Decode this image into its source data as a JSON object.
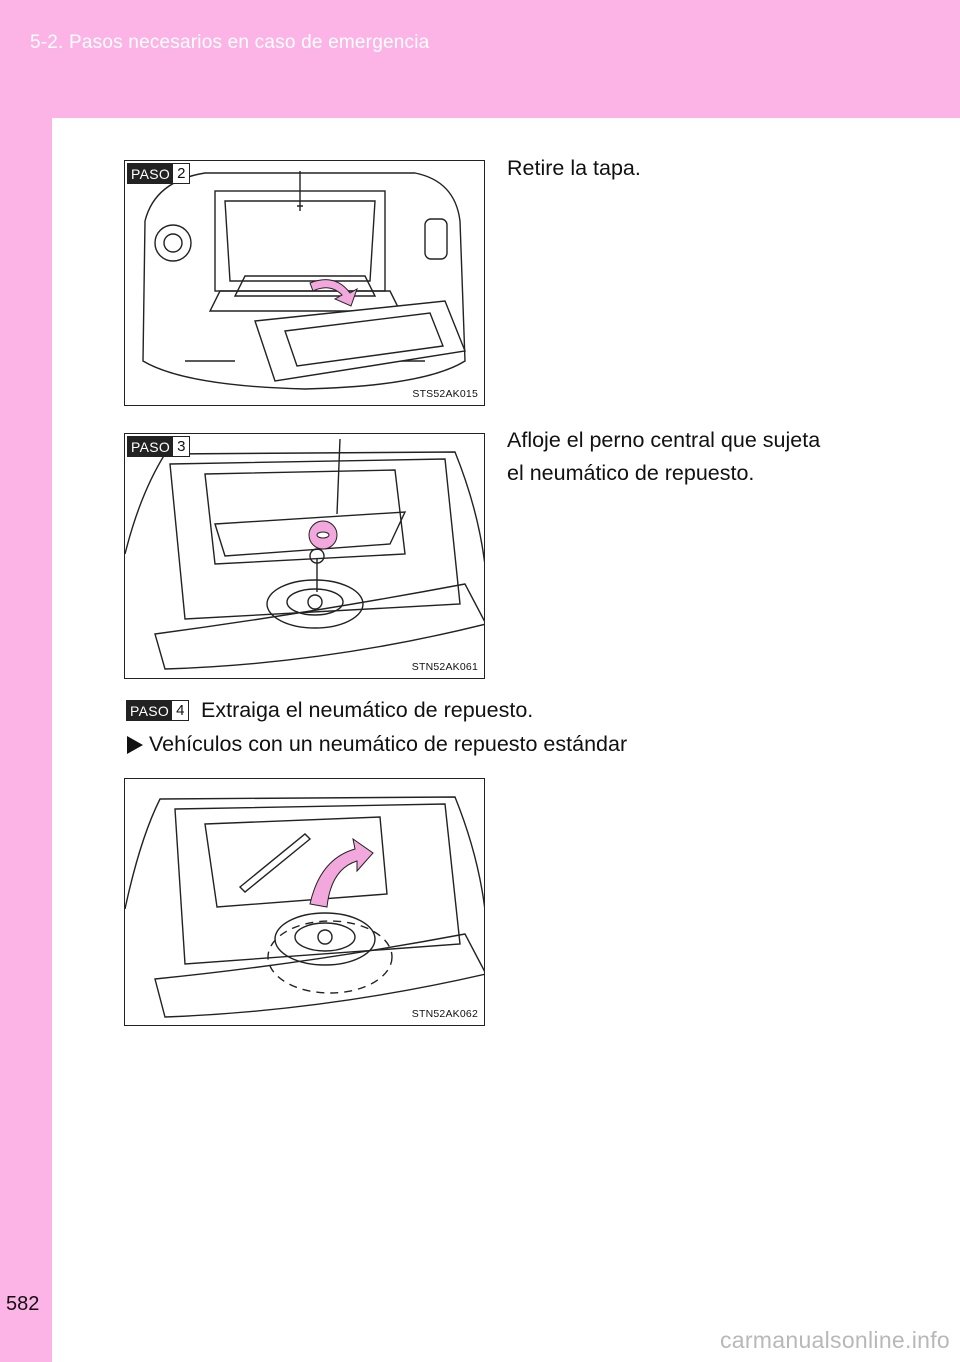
{
  "header": {
    "title": "5-2. Pasos necesarios en caso de emergencia"
  },
  "page": {
    "number": "582"
  },
  "steps": [
    {
      "label": "PASO",
      "number": "2",
      "instruction": "Retire la tapa.",
      "figure_code": "STS52AK015"
    },
    {
      "label": "PASO",
      "number": "3",
      "instruction_line1": "Afloje el perno central que sujeta",
      "instruction_line2": "el neumático de repuesto.",
      "figure_code": "STN52AK061"
    },
    {
      "label": "PASO",
      "number": "4",
      "instruction": "Extraiga el neumático de repuesto."
    }
  ],
  "bullet": {
    "icon": "triangle-right-icon",
    "text": "Vehículos con un neumático de repuesto estándar"
  },
  "figure3": {
    "figure_code": "STN52AK062"
  },
  "watermark": "carmanualsonline.info",
  "colors": {
    "accent_pink": "#fcb4e6",
    "arrow_pink": "#f2a8dd"
  }
}
